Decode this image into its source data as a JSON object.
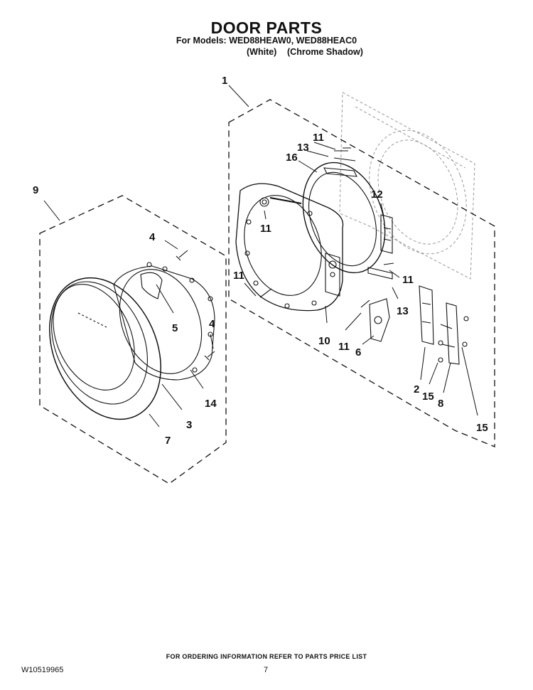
{
  "header": {
    "title": "DOOR PARTS",
    "models_line": "For Models: WED88HEAW0, WED88HEAC0",
    "finish_white": "(White)",
    "finish_chrome": "(Chrome Shadow)"
  },
  "callouts": {
    "c1": "1",
    "c2": "2",
    "c3": "3",
    "c4a": "4",
    "c4b": "4",
    "c5": "5",
    "c6": "6",
    "c7": "7",
    "c8": "8",
    "c9": "9",
    "c10": "10",
    "c11a": "11",
    "c11b": "11",
    "c11c": "11",
    "c11d": "11",
    "c11e": "11",
    "c12": "12",
    "c13a": "13",
    "c13b": "13",
    "c14": "14",
    "c15a": "15",
    "c15b": "15",
    "c16": "16"
  },
  "footer": {
    "ordering_note": "FOR ORDERING INFORMATION REFER TO PARTS PRICE LIST",
    "doc_number": "W10519965",
    "page_number": "7"
  }
}
